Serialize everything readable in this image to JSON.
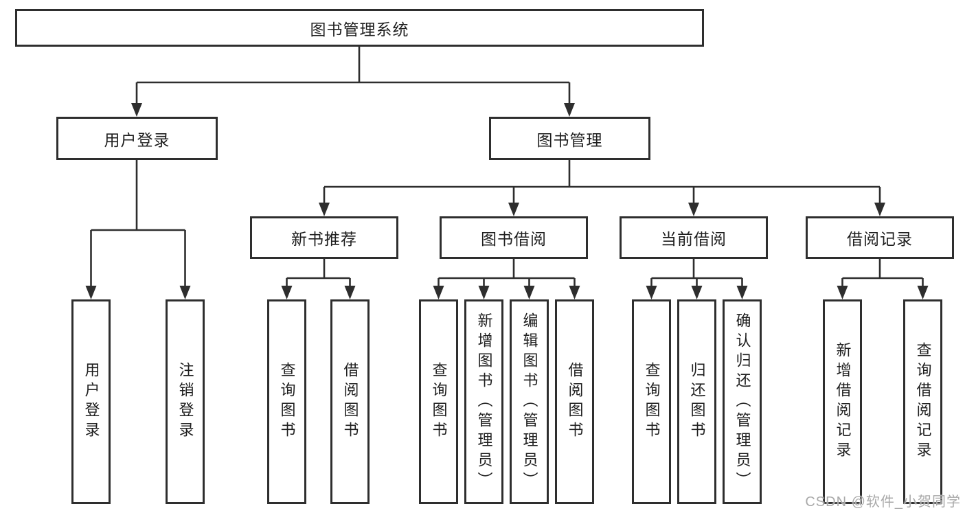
{
  "diagram": {
    "title_node": "图书管理系统",
    "branches": {
      "user": {
        "label": "用户登录",
        "children": [
          "用户登录",
          "注销登录"
        ]
      },
      "book": {
        "label": "图书管理",
        "sections": [
          {
            "label": "新书推荐",
            "children": [
              "查询图书",
              "借阅图书"
            ]
          },
          {
            "label": "图书借阅",
            "children": [
              "查询图书",
              "新增图书（管理员）",
              "编辑图书（管理员）",
              "借阅图书"
            ]
          },
          {
            "label": "当前借阅",
            "children": [
              "查询图书",
              "归还图书",
              "确认归还（管理员）"
            ]
          },
          {
            "label": "借阅记录",
            "children": [
              "新增借阅记录",
              "查询借阅记录"
            ]
          }
        ]
      }
    }
  },
  "watermark": "CSDN @软件_小贺同学",
  "colors": {
    "line": "#2e2e2e",
    "text": "#1f1f1f",
    "background": "#ffffff",
    "watermark": "#a9a9a9"
  }
}
